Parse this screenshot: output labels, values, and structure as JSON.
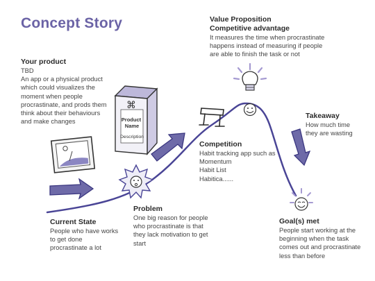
{
  "title": "Concept Story",
  "sections": {
    "your_product": {
      "heading": "Your product",
      "lines": [
        "TBD",
        "An app or a physical product",
        "which could visualizes the",
        "moment when people",
        "procrastinate, and prods them",
        "think about their behaviours",
        "and make changes"
      ]
    },
    "value_proposition": {
      "heading_lines": [
        "Value Proposition",
        "Competitive advantage"
      ],
      "lines": [
        "It measures the time when procrastinate",
        "happens instead of measuring if people",
        "are able to finish the task or not"
      ]
    },
    "takeaway": {
      "heading": "Takeaway",
      "lines": [
        "How much time",
        "they are wasting"
      ]
    },
    "competition": {
      "heading": "Competition",
      "lines": [
        "Habit tracking app such as",
        "Momentum",
        "Habit List",
        "Habitica......"
      ]
    },
    "current_state": {
      "heading": "Current State",
      "lines": [
        "People who have works",
        "to get done",
        "procrastinate a lot"
      ]
    },
    "problem": {
      "heading": "Problem",
      "lines": [
        "One big reason for people",
        "who procrastinate is that",
        "they lack motivation to get",
        "start"
      ]
    },
    "goals_met": {
      "heading": "Goal(s) met",
      "lines": [
        "People start working at the",
        "beginning when the task",
        "comes out and procrastinate",
        "less than before"
      ]
    }
  },
  "product_box": {
    "symbol": "⌘",
    "label_lines": [
      "Product",
      "Name"
    ],
    "description": "Description"
  },
  "colors": {
    "title": "#6b63a6",
    "curve": "#4a4596",
    "arrow_fill": "#6e6aa8",
    "glow": "#a59ad1"
  }
}
